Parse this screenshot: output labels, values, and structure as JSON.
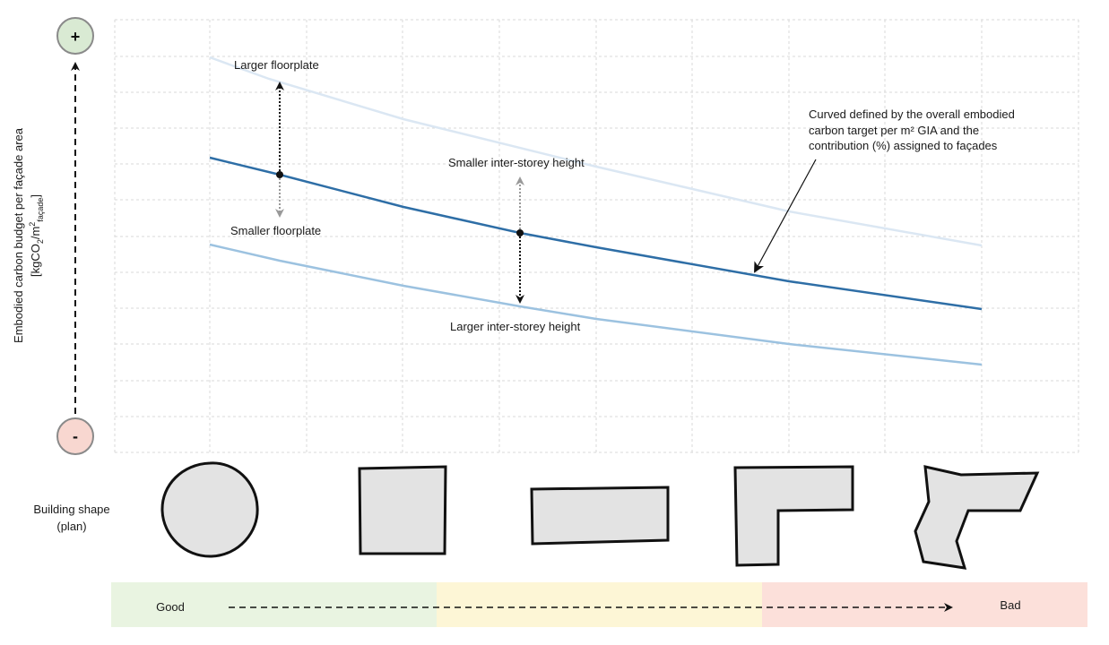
{
  "axis": {
    "y_label_line1": "Embodied carbon budget per façade area",
    "y_label_line2": "[kgCO",
    "y_sub_2": "2",
    "y_label_slash": "/m",
    "y_sup_2": "2",
    "y_sub_facade": "façade",
    "y_label_close": "]",
    "plus_symbol": "+",
    "minus_symbol": "-",
    "plus_color": "#d9ead3",
    "minus_color": "#f8d7d0"
  },
  "annotations": {
    "larger_floorplate": "Larger floorplate",
    "smaller_floorplate": "Smaller floorplate",
    "smaller_inter_storey": "Smaller inter-storey height",
    "larger_inter_storey": "Larger inter-storey height",
    "curve_note": [
      "Curved defined by the overall embodied",
      "carbon target per m² GIA and the",
      "contribution (%) assigned to façades"
    ]
  },
  "shapes": {
    "row_label_line1": "Building shape",
    "row_label_line2": "(plan)",
    "items": [
      "circle-shape",
      "square-shape",
      "rectangle-shape",
      "l-shape",
      "angled-l-shape"
    ]
  },
  "scale": {
    "good_label": "Good",
    "bad_label": "Bad",
    "segment_colors": [
      "#e9f4e1",
      "#fdf6d6",
      "#fce0da"
    ]
  },
  "colors": {
    "main_curve": "#2e6ea6",
    "upper_curve": "#dbe7f3",
    "lower_curve": "#9cc2e0",
    "grid": "#d9d9d9"
  }
}
